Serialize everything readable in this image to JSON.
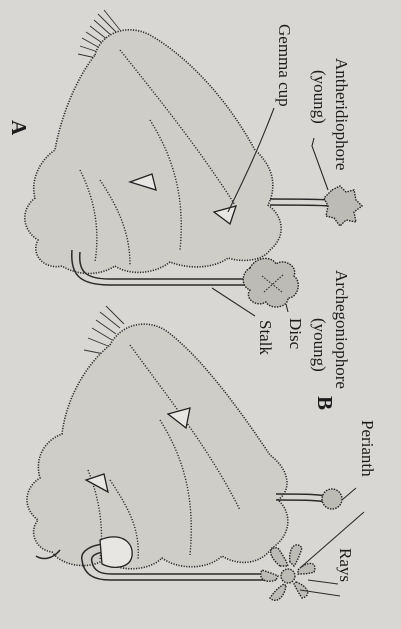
{
  "labels": {
    "antheridiophore": "Antheridiophore",
    "young_a": "(young)",
    "gemma_cup": "Gemma cup",
    "fig_a": "A",
    "archegoniophore": "Archegoniophore",
    "young_b": "(young)",
    "disc": "Disc",
    "stalk": "Stalk",
    "fig_b": "B",
    "perianth": "Perianth",
    "rays": "Rays"
  }
}
